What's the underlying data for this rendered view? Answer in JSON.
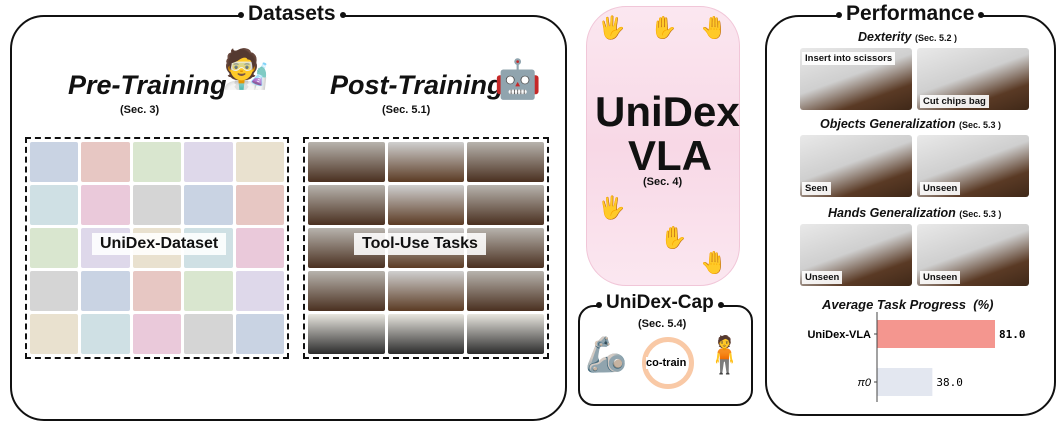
{
  "datasets": {
    "title": "Datasets",
    "pre_training": {
      "title": "Pre-Training",
      "section": "(Sec. 3)",
      "overlay_label": "UniDex-Dataset"
    },
    "post_training": {
      "title": "Post-Training",
      "section": "(Sec. 5.1)",
      "overlay_label": "Tool-Use Tasks"
    }
  },
  "model": {
    "title_line1": "UniDex",
    "title_line2": "VLA",
    "section": "(Sec. 4)"
  },
  "cap": {
    "title": "UniDex-Cap",
    "section": "(Sec. 5.4)",
    "cycle_label": "co-train"
  },
  "performance": {
    "title": "Performance",
    "dexterity": {
      "title": "Dexterity",
      "section": "(Sec. 5.2 )",
      "tags": [
        "Insert into scissors",
        "Cut chips bag"
      ]
    },
    "objects": {
      "title": "Objects Generalization",
      "section": "(Sec. 5.3 )",
      "tags": [
        "Seen",
        "Unseen"
      ]
    },
    "hands": {
      "title": "Hands Generalization",
      "section": "(Sec. 5.3 )",
      "tags": [
        "Unseen",
        "Unseen"
      ]
    }
  },
  "chart_data": {
    "type": "bar",
    "orientation": "horizontal",
    "title": "Average Task Progress  (%)",
    "categories": [
      "UniDex-VLA",
      "π0"
    ],
    "values": [
      81.0,
      38.0
    ],
    "value_labels": [
      "81.0",
      "38.0"
    ],
    "colors": [
      "#f4968f",
      "#e3e7f0"
    ],
    "xlim": [
      0,
      81
    ]
  }
}
